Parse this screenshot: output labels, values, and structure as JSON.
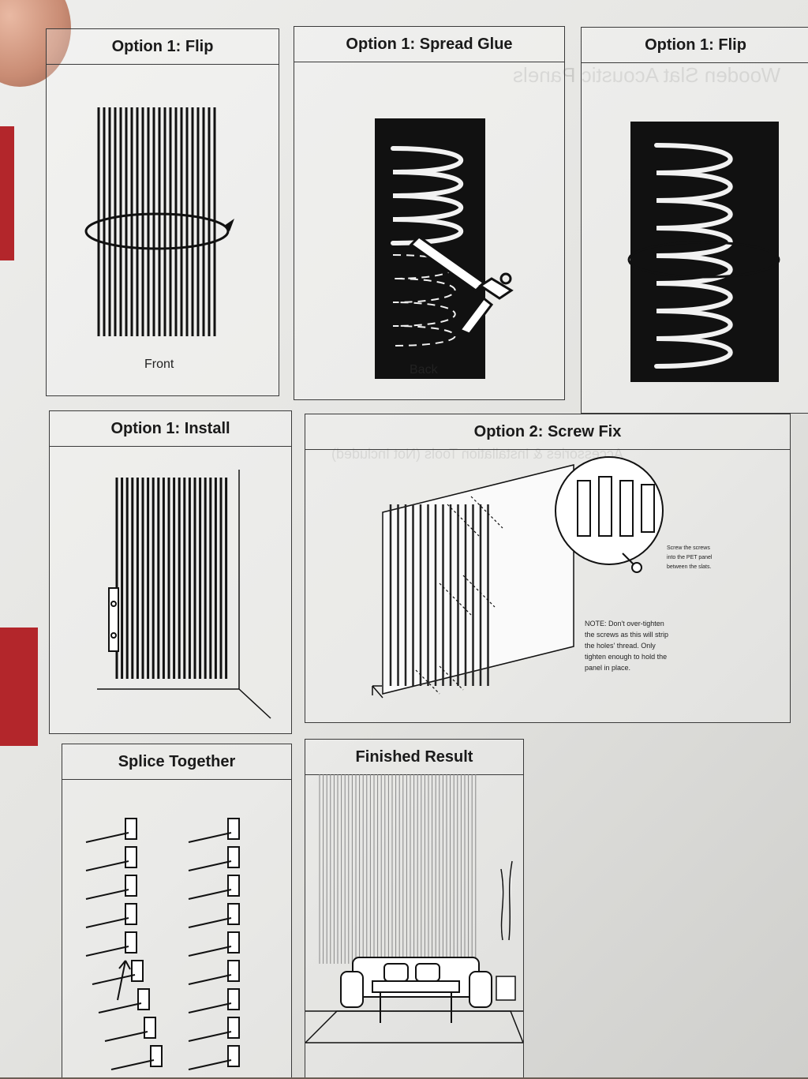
{
  "panels": {
    "flip_front": {
      "title": "Option 1: Flip",
      "caption": "Front"
    },
    "spread_glue": {
      "title": "Option 1: Spread Glue",
      "caption": "Back"
    },
    "flip_back": {
      "title": "Option 1: Flip"
    },
    "install": {
      "title": "Option 1: Install"
    },
    "screw_fix": {
      "title": "Option 2: Screw Fix",
      "callout": "Screw the screws\ninto the PET panel\nbetween the slats.",
      "note": "NOTE: Don't over-tighten\nthe screws as this will strip\nthe holes' thread. Only\ntighten enough to hold the\npanel in place."
    },
    "splice": {
      "title": "Splice Together"
    },
    "finished": {
      "title": "Finished Result"
    }
  },
  "ghost_text": {
    "line1": "Wooden Slat Acoustic Panels",
    "line2": "Accessories & Installation Tools (Not Included)"
  },
  "colors": {
    "accent_red": "#b3262b",
    "ink": "#1a1a1a"
  }
}
